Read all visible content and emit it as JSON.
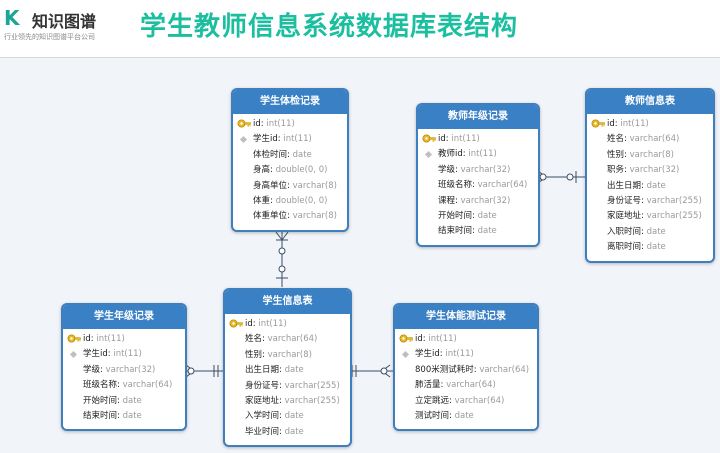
{
  "header": {
    "logo_mark": "K",
    "logo_name": "知识图谱",
    "logo_sub": "行业领先的知识图谱平台公司",
    "title": "学生教师信息系统数据库表结构"
  },
  "entities": [
    {
      "id": "exam",
      "title": "学生体检记录",
      "fields": [
        {
          "name": "id",
          "type": "int(11)",
          "key": "pk"
        },
        {
          "name": "学生id",
          "type": "int(11)",
          "key": "fk"
        },
        {
          "name": "体检时间",
          "type": "date",
          "key": ""
        },
        {
          "name": "身高",
          "type": "double(0, 0)",
          "key": ""
        },
        {
          "name": "身高单位",
          "type": "varchar(8)",
          "key": ""
        },
        {
          "name": "体重",
          "type": "double(0, 0)",
          "key": ""
        },
        {
          "name": "体重单位",
          "type": "varchar(8)",
          "key": ""
        }
      ]
    },
    {
      "id": "teacher_grade",
      "title": "教师年级记录",
      "fields": [
        {
          "name": "id",
          "type": "int(11)",
          "key": "pk"
        },
        {
          "name": "教师id",
          "type": "int(11)",
          "key": "fk"
        },
        {
          "name": "学级",
          "type": "varchar(32)",
          "key": ""
        },
        {
          "name": "班级名称",
          "type": "varchar(64)",
          "key": ""
        },
        {
          "name": "课程",
          "type": "varchar(32)",
          "key": ""
        },
        {
          "name": "开始时间",
          "type": "date",
          "key": ""
        },
        {
          "name": "结束时间",
          "type": "date",
          "key": ""
        }
      ]
    },
    {
      "id": "teacher",
      "title": "教师信息表",
      "fields": [
        {
          "name": "id",
          "type": "int(11)",
          "key": "pk"
        },
        {
          "name": "姓名",
          "type": "varchar(64)",
          "key": ""
        },
        {
          "name": "性别",
          "type": "varchar(8)",
          "key": ""
        },
        {
          "name": "职务",
          "type": "varchar(32)",
          "key": ""
        },
        {
          "name": "出生日期",
          "type": "date",
          "key": ""
        },
        {
          "name": "身份证号",
          "type": "varchar(255)",
          "key": ""
        },
        {
          "name": "家庭地址",
          "type": "varchar(255)",
          "key": ""
        },
        {
          "name": "入职时间",
          "type": "date",
          "key": ""
        },
        {
          "name": "离职时间",
          "type": "date",
          "key": ""
        }
      ]
    },
    {
      "id": "student_grade",
      "title": "学生年级记录",
      "fields": [
        {
          "name": "id",
          "type": "int(11)",
          "key": "pk"
        },
        {
          "name": "学生id",
          "type": "int(11)",
          "key": "fk"
        },
        {
          "name": "学级",
          "type": "varchar(32)",
          "key": ""
        },
        {
          "name": "班级名称",
          "type": "varchar(64)",
          "key": ""
        },
        {
          "name": "开始时间",
          "type": "date",
          "key": ""
        },
        {
          "name": "结束时间",
          "type": "date",
          "key": ""
        }
      ]
    },
    {
      "id": "student",
      "title": "学生信息表",
      "fields": [
        {
          "name": "id",
          "type": "int(11)",
          "key": "pk"
        },
        {
          "name": "姓名",
          "type": "varchar(64)",
          "key": ""
        },
        {
          "name": "性别",
          "type": "varchar(8)",
          "key": ""
        },
        {
          "name": "出生日期",
          "type": "date",
          "key": ""
        },
        {
          "name": "身份证号",
          "type": "varchar(255)",
          "key": ""
        },
        {
          "name": "家庭地址",
          "type": "varchar(255)",
          "key": ""
        },
        {
          "name": "入学时间",
          "type": "date",
          "key": ""
        },
        {
          "name": "毕业时间",
          "type": "date",
          "key": ""
        }
      ]
    },
    {
      "id": "fitness",
      "title": "学生体能测试记录",
      "fields": [
        {
          "name": "id",
          "type": "int(11)",
          "key": "pk"
        },
        {
          "name": "学生id",
          "type": "int(11)",
          "key": "fk"
        },
        {
          "name": "800米测试耗时",
          "type": "varchar(64)",
          "key": ""
        },
        {
          "name": "肺活量",
          "type": "varchar(64)",
          "key": ""
        },
        {
          "name": "立定跳远",
          "type": "varchar(64)",
          "key": ""
        },
        {
          "name": "测试时间",
          "type": "date",
          "key": ""
        }
      ]
    }
  ],
  "relationships": [
    {
      "from": "exam",
      "to": "student",
      "cardinality": "many-to-one"
    },
    {
      "from": "teacher_grade",
      "to": "teacher",
      "cardinality": "many-to-one"
    },
    {
      "from": "student_grade",
      "to": "student",
      "cardinality": "many-to-one"
    },
    {
      "from": "fitness",
      "to": "student",
      "cardinality": "many-to-one"
    }
  ],
  "colors": {
    "entity_header": "#3a80c4",
    "entity_border": "#3d7fbf",
    "title": "#1bbf9f",
    "logo": "#1aa596",
    "field_type": "#9a9a9a",
    "connector": "#3b4e68"
  },
  "icons": {
    "primary_key": "key-icon",
    "foreign_key": "diamond-icon"
  }
}
